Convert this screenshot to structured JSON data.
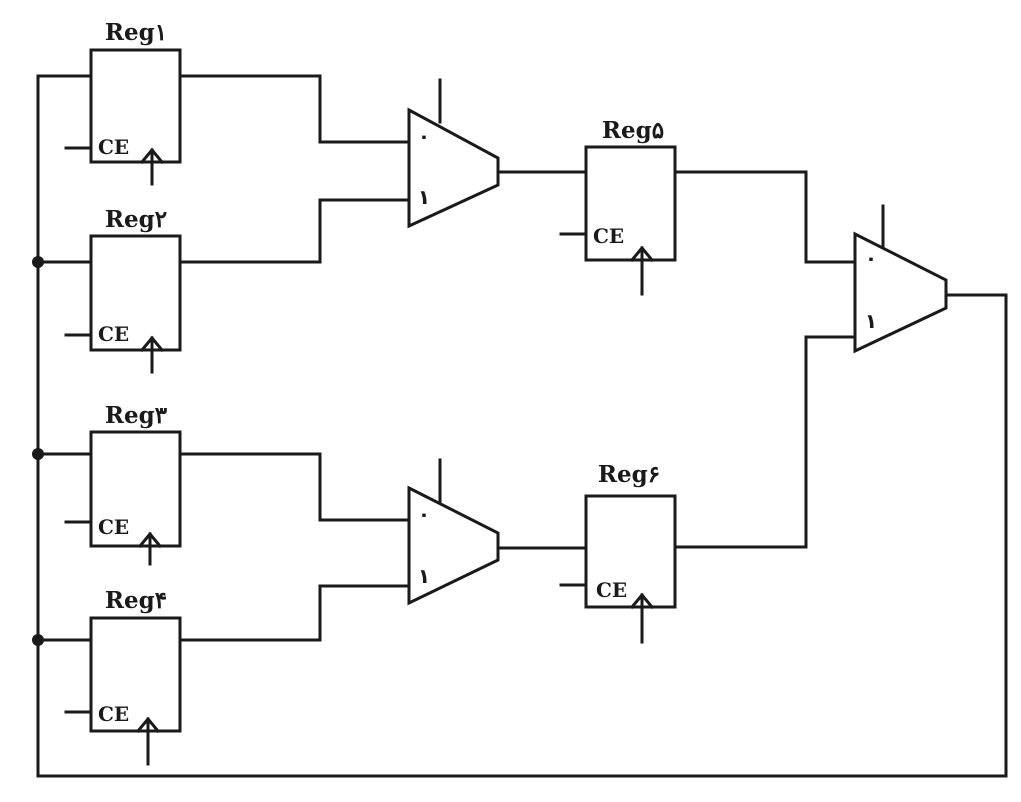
{
  "registers": [
    {
      "title": "Reg۱",
      "ce": "CE"
    },
    {
      "title": "Reg۲",
      "ce": "CE"
    },
    {
      "title": "Reg۳",
      "ce": "CE"
    },
    {
      "title": "Reg۴",
      "ce": "CE"
    },
    {
      "title": "Reg۵",
      "ce": "CE"
    },
    {
      "title": "Reg۶",
      "ce": "CE"
    }
  ],
  "muxes": [
    {
      "in0": "۰",
      "in1": "۱"
    },
    {
      "in0": "۰",
      "in1": "۱"
    },
    {
      "in0": "۰",
      "in1": "۱"
    }
  ],
  "colors": {
    "stroke": "#1a1a1a",
    "background": "#ffffff"
  }
}
